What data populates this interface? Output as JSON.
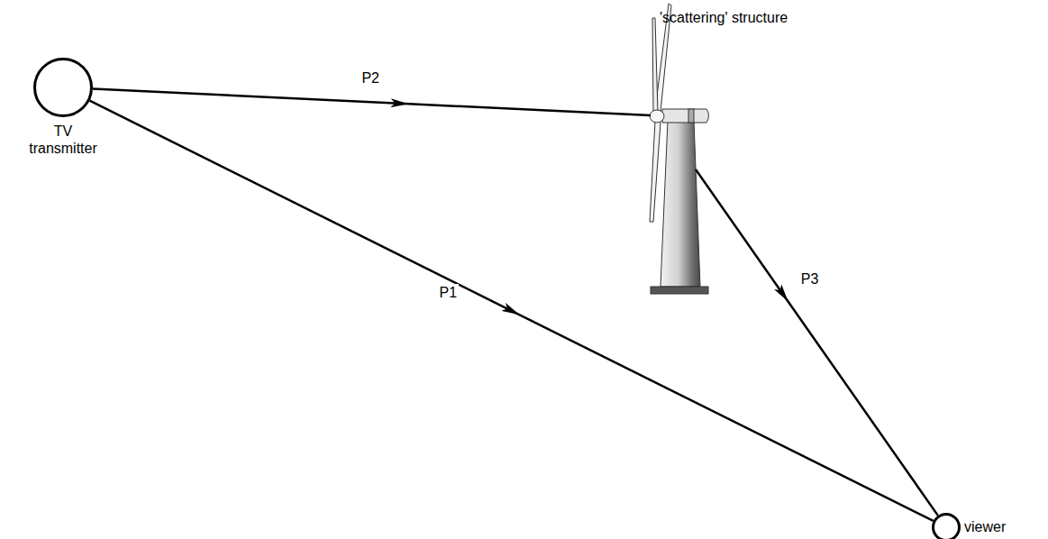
{
  "diagram": {
    "nodes": [
      {
        "text": [
          "TV transmitter"
        ]
      },
      {
        "text": [
          "'scattering' structure"
        ]
      },
      {
        "text": [
          "viewer"
        ]
      }
    ],
    "edges": [
      {
        "from": 0,
        "to": 2,
        "arrow": "to",
        "label": "P1"
      },
      {
        "from": 0,
        "to": 1,
        "arrow": "to",
        "label": "P2"
      },
      {
        "from": 1,
        "to": 2,
        "arrow": "to",
        "label": "P3"
      }
    ]
  }
}
